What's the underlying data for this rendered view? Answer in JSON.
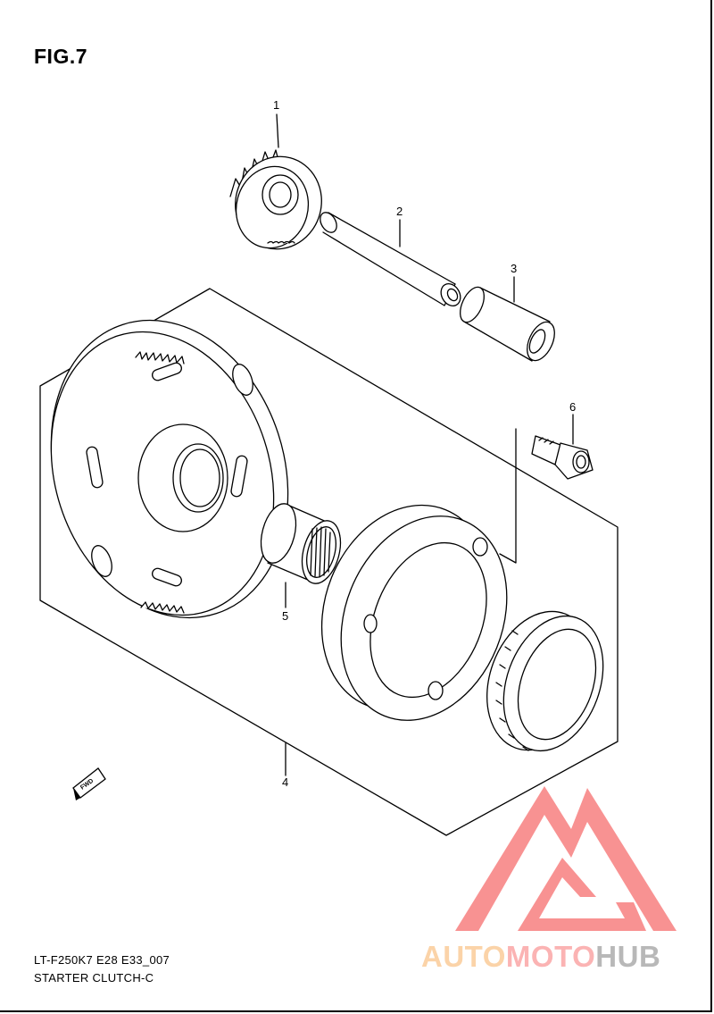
{
  "figure": {
    "title": "FIG.7"
  },
  "callouts": [
    {
      "id": "1",
      "label": "1"
    },
    {
      "id": "2",
      "label": "2"
    },
    {
      "id": "3",
      "label": "3"
    },
    {
      "id": "4",
      "label": "4"
    },
    {
      "id": "5",
      "label": "5"
    },
    {
      "id": "6",
      "label": "6"
    }
  ],
  "fwd_marker": {
    "label": "FWD",
    "icon": "fwd-arrow-icon"
  },
  "footer": {
    "model_code": "LT-F250K7 E28 E33_007",
    "section_name": "STARTER CLUTCH-C"
  },
  "watermark": {
    "brand_part1": "AUTO",
    "brand_part2": "MOTO",
    "brand_part3": "HUB",
    "logo_icon": "mountain-triangle-logo-icon",
    "colors": {
      "part1": "#fbd3a8",
      "part2": "#fbb3b3",
      "part3": "#b8b8b8",
      "logo": "#f66e6e"
    }
  }
}
